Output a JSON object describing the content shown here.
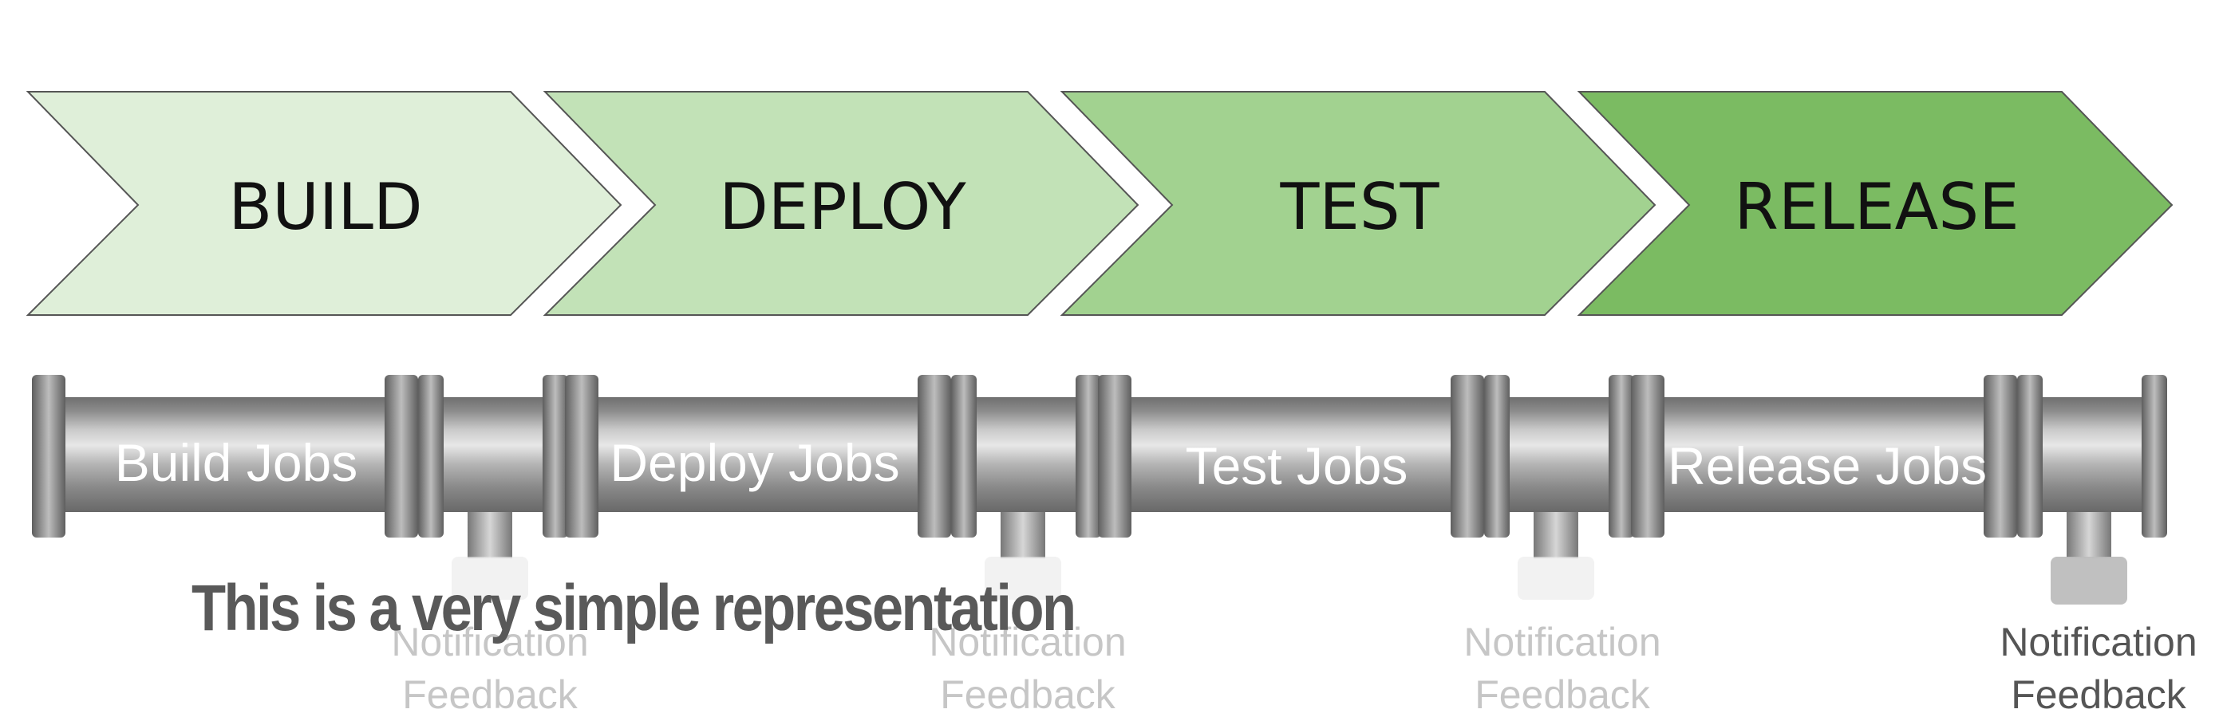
{
  "stages": [
    {
      "label": "BUILD",
      "color": "#dfefd9"
    },
    {
      "label": "DEPLOY",
      "color": "#c2e2b7"
    },
    {
      "label": "TEST",
      "color": "#a2d290"
    },
    {
      "label": "RELEASE",
      "color": "#7bbb62"
    }
  ],
  "pipes": [
    {
      "label": "Build Jobs"
    },
    {
      "label": "Deploy Jobs"
    },
    {
      "label": "Test Jobs"
    },
    {
      "label": "Release Jobs"
    }
  ],
  "notifications": [
    {
      "line1": "Notification",
      "line2": "Feedback",
      "faded": true
    },
    {
      "line1": "Notification",
      "line2": "Feedback",
      "faded": true
    },
    {
      "line1": "Notification",
      "line2": "Feedback",
      "faded": true
    },
    {
      "line1": "Notification",
      "line2": "Feedback",
      "faded": false
    }
  ],
  "caption": "This is a very simple representation"
}
